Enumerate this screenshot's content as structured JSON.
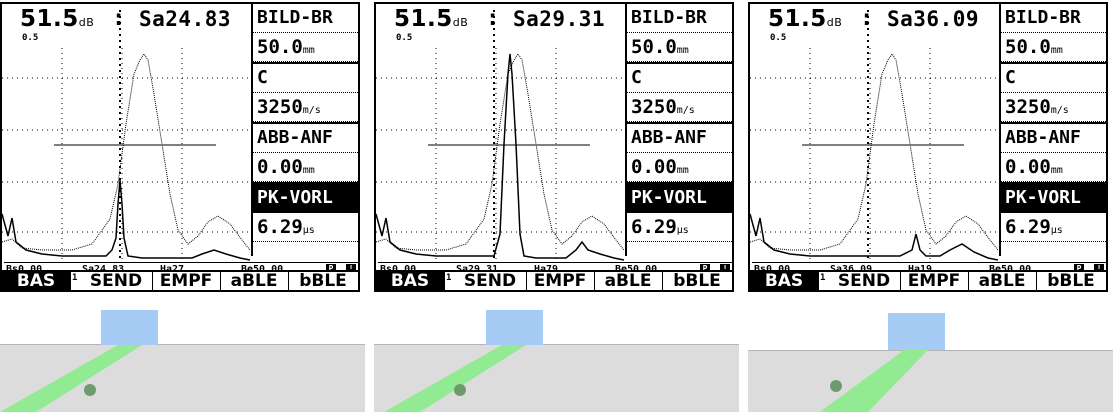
{
  "panels": [
    {
      "gain": "51.5",
      "gain_unit": "dB",
      "colon": ":",
      "sa": "Sa24.83",
      "scale": "0.5",
      "params": [
        {
          "label": "BILD-BR"
        },
        {
          "value": "50.0",
          "unit": "mm"
        },
        {
          "label": "C"
        },
        {
          "value": "3250",
          "unit": "m/s"
        },
        {
          "label": "ABB-ANF"
        },
        {
          "value": "0.00",
          "unit": "mm"
        },
        {
          "label": "PK-VORL",
          "inverse": true
        },
        {
          "value": "6.29",
          "unit": "μs"
        }
      ],
      "status": {
        "bs": "Bs0.00",
        "sa": "Sa24.83",
        "ha": "Ha27",
        "be": "Be50.00",
        "flag_p": "P",
        "flag_i": "!"
      },
      "menu": [
        "BAS",
        "SEND",
        "EMPF",
        "aBLE",
        "bBLE"
      ],
      "menu_digit": "1",
      "icons": [
        "probe-icon"
      ]
    },
    {
      "gain": "51.5",
      "gain_unit": "dB",
      "colon": ":",
      "sa": "Sa29.31",
      "scale": "0.5",
      "params": [
        {
          "label": "BILD-BR"
        },
        {
          "value": "50.0",
          "unit": "mm"
        },
        {
          "label": "C"
        },
        {
          "value": "3250",
          "unit": "m/s"
        },
        {
          "label": "ABB-ANF"
        },
        {
          "value": "0.00",
          "unit": "mm"
        },
        {
          "label": "PK-VORL",
          "inverse": true
        },
        {
          "value": "6.29",
          "unit": "μs"
        }
      ],
      "status": {
        "bs": "Bs0.00",
        "sa": "Sa29.31",
        "ha": "Ha79",
        "be": "Be50.00",
        "flag_p": "P",
        "flag_i": "!"
      },
      "menu": [
        "BAS",
        "SEND",
        "EMPF",
        "aBLE",
        "bBLE"
      ],
      "menu_digit": "1",
      "icons": [
        "probe-icon"
      ]
    },
    {
      "gain": "51.5",
      "gain_unit": "dB",
      "colon": ":",
      "sa": "Sa36.09",
      "scale": "0.5",
      "params": [
        {
          "label": "BILD-BR"
        },
        {
          "value": "50.0",
          "unit": "mm"
        },
        {
          "label": "C"
        },
        {
          "value": "3250",
          "unit": "m/s"
        },
        {
          "label": "ABB-ANF"
        },
        {
          "value": "0.00",
          "unit": "mm"
        },
        {
          "label": "PK-VORL",
          "inverse": true
        },
        {
          "value": "6.29",
          "unit": "μs"
        }
      ],
      "status": {
        "bs": "Bs0.00",
        "sa": "Sa36.09",
        "ha": "Ha19",
        "be": "Be50.00",
        "flag_p": "P",
        "flag_i": "!"
      },
      "menu": [
        "BAS",
        "SEND",
        "EMPF",
        "aBLE",
        "bBLE"
      ],
      "menu_digit": "1",
      "icons": [
        "probe-icon"
      ]
    }
  ],
  "colors": {
    "probe": "#a6ccf6",
    "beam": "#92ea92",
    "reflector": "#6e9a6e",
    "specimen": "#dcdcdc"
  }
}
